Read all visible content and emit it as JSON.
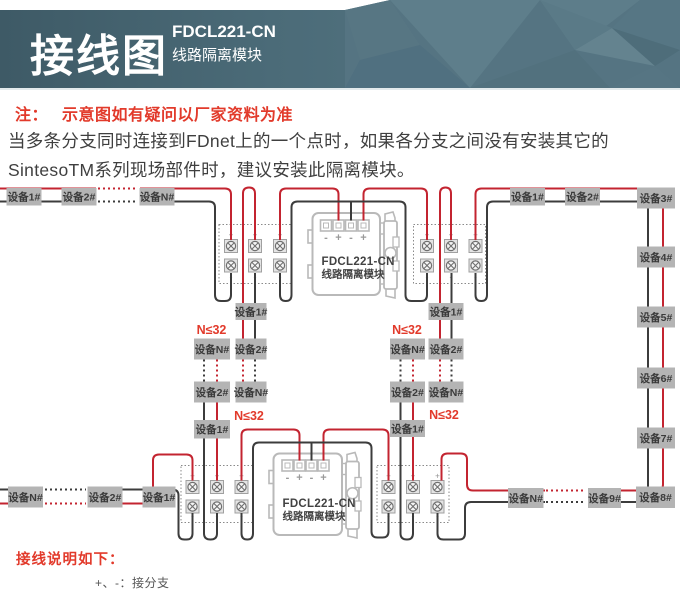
{
  "header": {
    "title": "接线图",
    "product_code": "FDCL221-CN",
    "product_name": "线路隔离模块"
  },
  "note": {
    "prefix": "注：",
    "text": "示意图如有疑问以厂家资料为准"
  },
  "description": [
    "当多条分支同时连接到FDnet上的一个点时，如果各分支之间没有安装其它的",
    "SintesoTM系列现场部件时，建议安装此隔离模块。"
  ],
  "footer": {
    "heading": "接线说明如下：",
    "legend": "+、-：接分支"
  },
  "module": {
    "code": "FDCL221-CN",
    "name": "线路隔离模块",
    "terminals": [
      "-",
      "+",
      "-",
      "+"
    ]
  },
  "terminal_block": {
    "plus": "+",
    "minus": "-"
  },
  "branch_limit": "N≤32",
  "devices": {
    "top_left": [
      "设备1#",
      "设备2#",
      "设备N#"
    ],
    "top_right": [
      "设备1#",
      "设备2#"
    ],
    "right_chain": [
      "设备3#",
      "设备4#",
      "设备5#",
      "设备6#",
      "设备7#",
      "设备8#"
    ],
    "bottom_right": [
      "设备9#",
      "设备N#"
    ],
    "bottom_left": [
      "设备N#",
      "设备2#",
      "设备1#"
    ],
    "branch_left_up": [
      "设备N#",
      "设备2#",
      "设备1#"
    ],
    "branch_left_down": [
      "设备1#",
      "设备2#",
      "设备N#"
    ],
    "branch_right_up": [
      "设备N#",
      "设备2#",
      "设备1#"
    ],
    "branch_right_down": [
      "设备1#",
      "设备2#",
      "设备N#"
    ]
  },
  "colors": {
    "wire_red": "#c32430",
    "wire_black": "#3c3c3c",
    "device_fill": "#b4b4b4",
    "device_text": "#3a3a3a",
    "red_text": "#e23a2b",
    "outline": "#b9b9b9"
  }
}
